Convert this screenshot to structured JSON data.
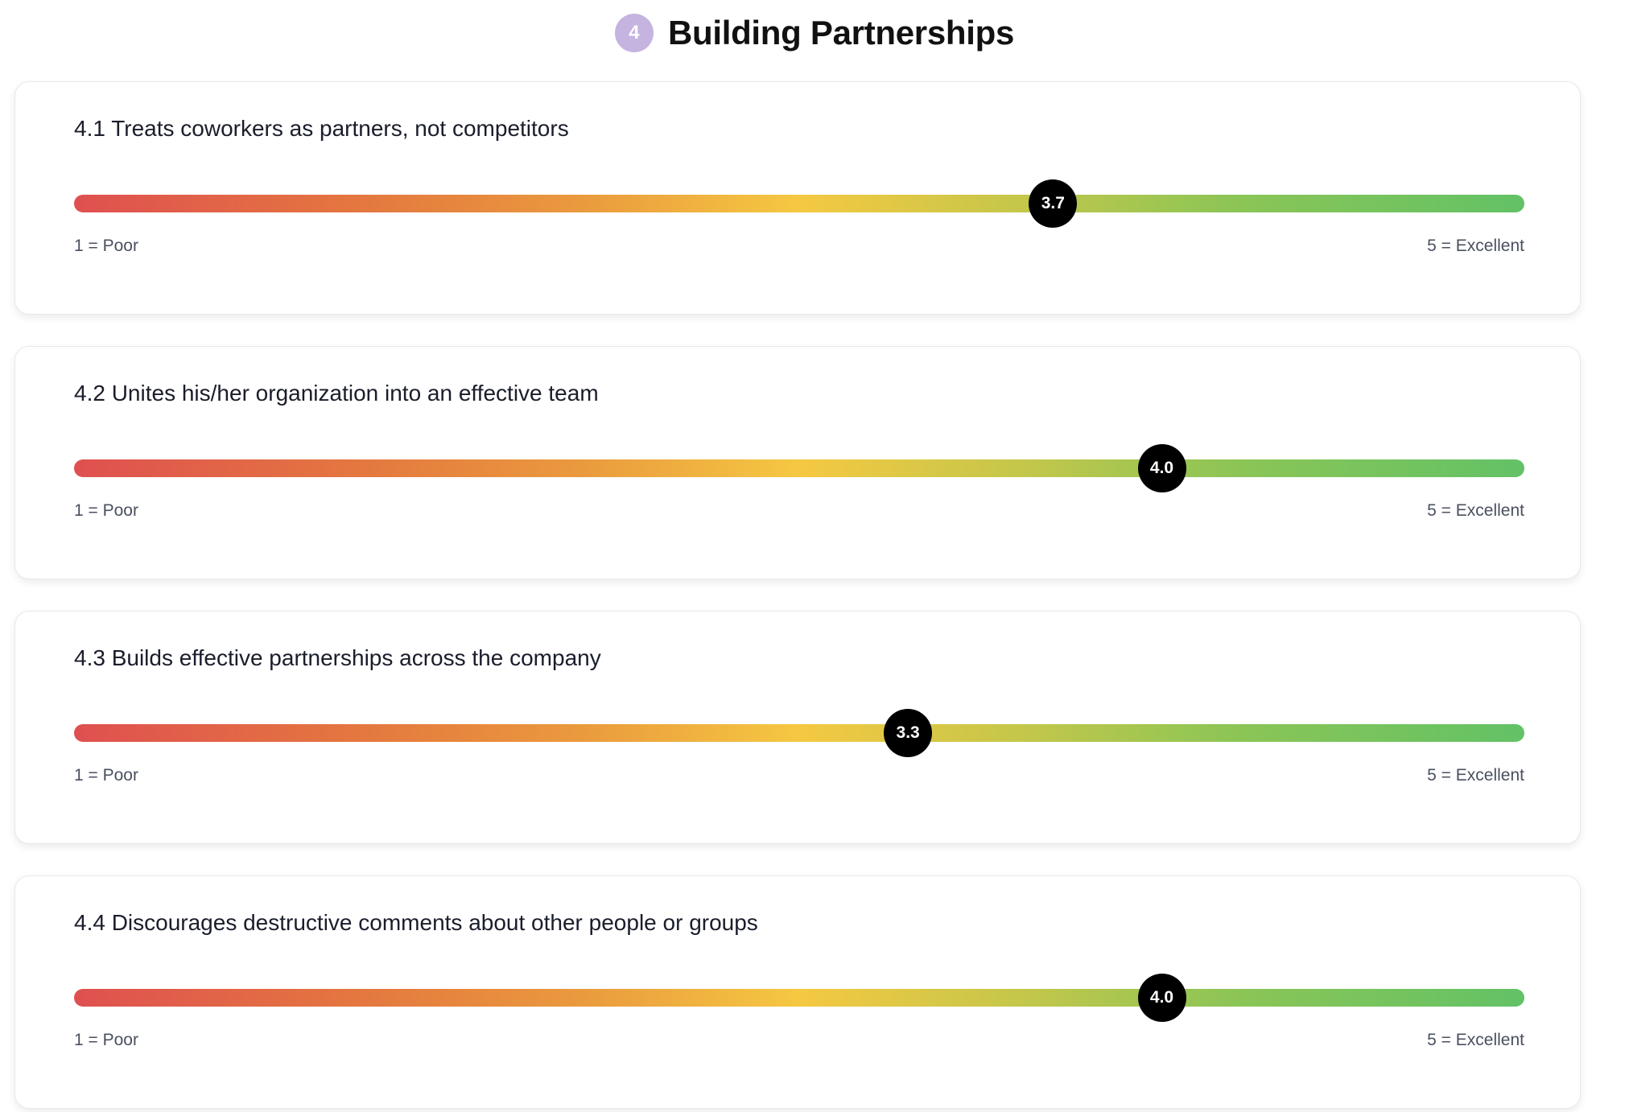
{
  "section": {
    "number": "4",
    "title": "Building Partnerships"
  },
  "scale": {
    "min": 1,
    "max": 5,
    "min_label": "1 = Poor",
    "max_label": "5 = Excellent"
  },
  "items": [
    {
      "label": "4.1 Treats coworkers as partners, not competitors",
      "value": 3.7,
      "value_text": "3.7"
    },
    {
      "label": "4.2 Unites his/her organization into an effective team",
      "value": 4.0,
      "value_text": "4.0"
    },
    {
      "label": "4.3 Builds effective partnerships across the company",
      "value": 3.3,
      "value_text": "3.3"
    },
    {
      "label": "4.4 Discourages destructive comments about other people or groups",
      "value": 4.0,
      "value_text": "4.0"
    }
  ]
}
